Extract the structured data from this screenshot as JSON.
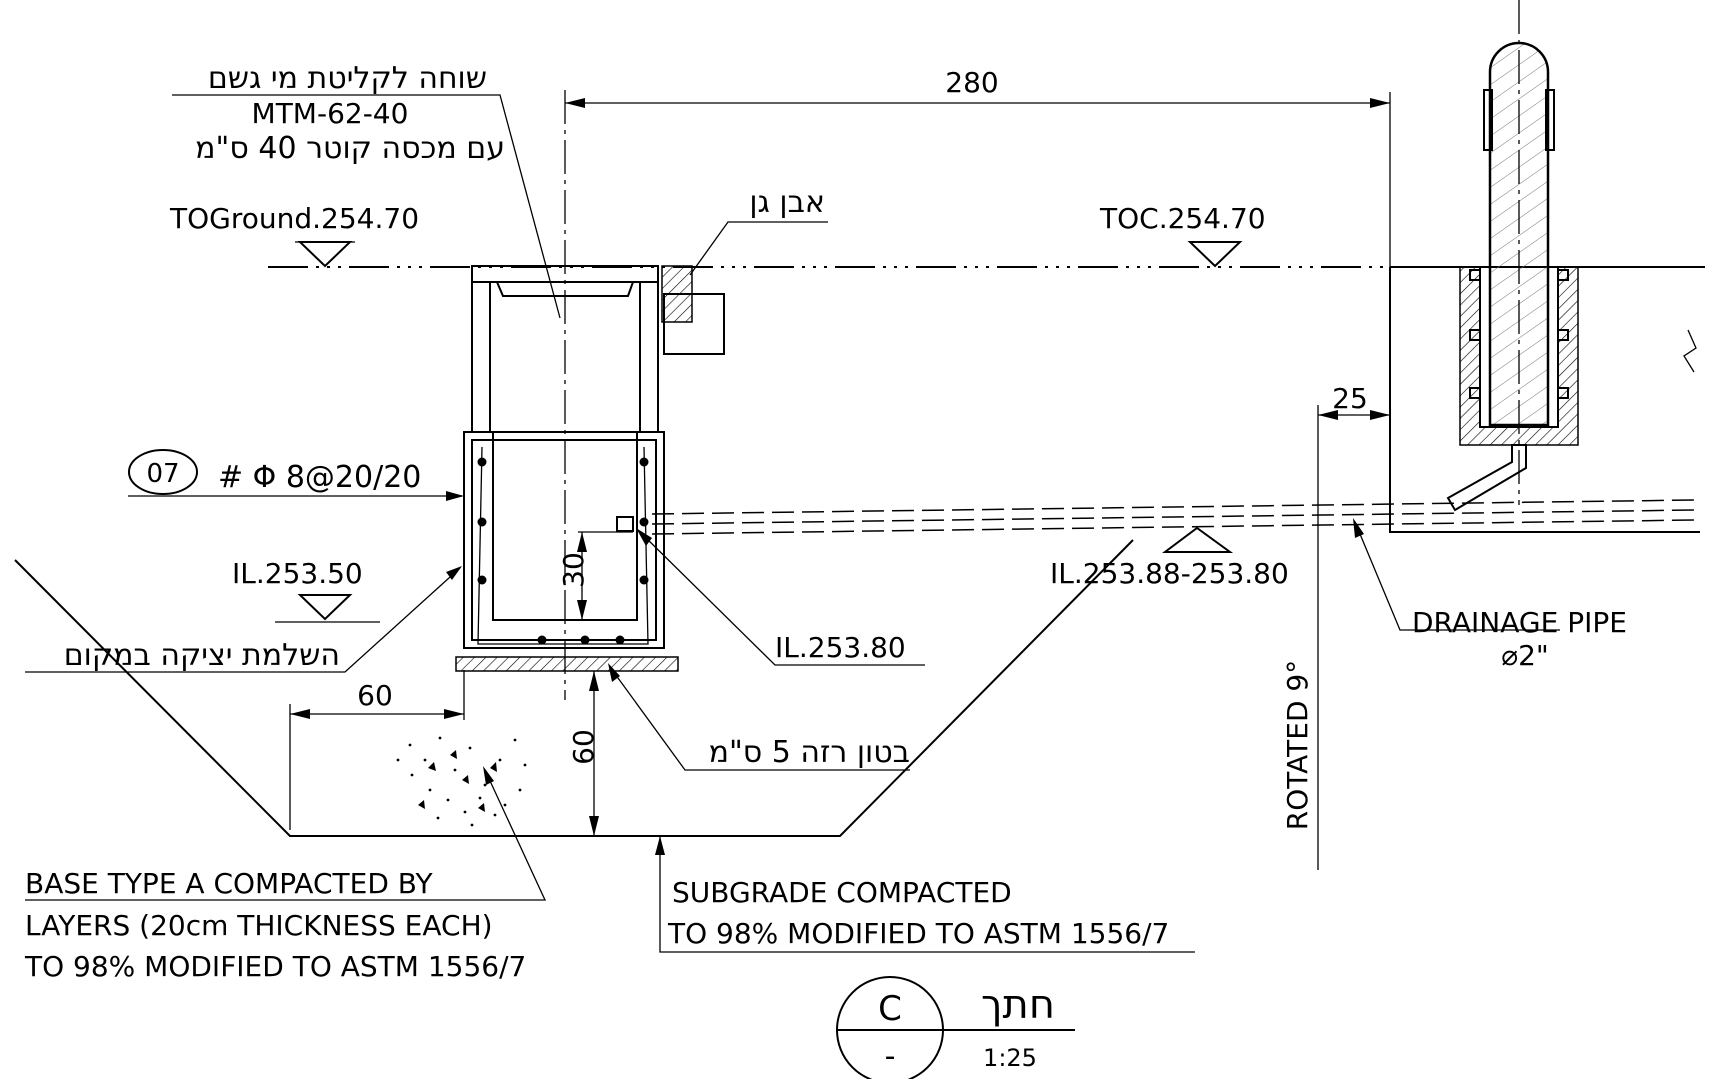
{
  "labels": {
    "drain_title_1": "שוחה לקליטת מי גשם",
    "drain_title_2": "MTM-62-40",
    "drain_title_3": "עם מכסה קוטר 40 ס\"מ",
    "dim_280": "280",
    "garden_stone": "אבן גן",
    "toground": "TOGround.254.70",
    "toc": "TOC.254.70",
    "dim_25": "25",
    "detail_num": "07",
    "rebar": "# Φ 8@20/20",
    "il_25350": "IL.253.50",
    "dim_30": "30",
    "cast_in_place": "השלמת יציקה במקום",
    "il_range": "IL.253.88-253.80",
    "il_25380": "IL.253.80",
    "drainage_pipe": "DRAINAGE PIPE",
    "pipe_diameter": "⌀2\"",
    "rotated": "ROTATED 9°",
    "dim_60_h": "60",
    "dim_60_v": "60",
    "lean_concrete": "בטון רזה 5 ס\"מ",
    "base_1": "BASE TYPE A COMPACTED BY",
    "base_2": "LAYERS (20cm THICKNESS EACH)",
    "base_3": "TO 98% MODIFIED TO ASTM 1556/7",
    "subgrade_1": "SUBGRADE COMPACTED",
    "subgrade_2": "TO 98% MODIFIED TO ASTM 1556/7",
    "section_letter": "C",
    "section_sheet": "-",
    "section_title": "חתך",
    "section_scale": "1:25"
  }
}
